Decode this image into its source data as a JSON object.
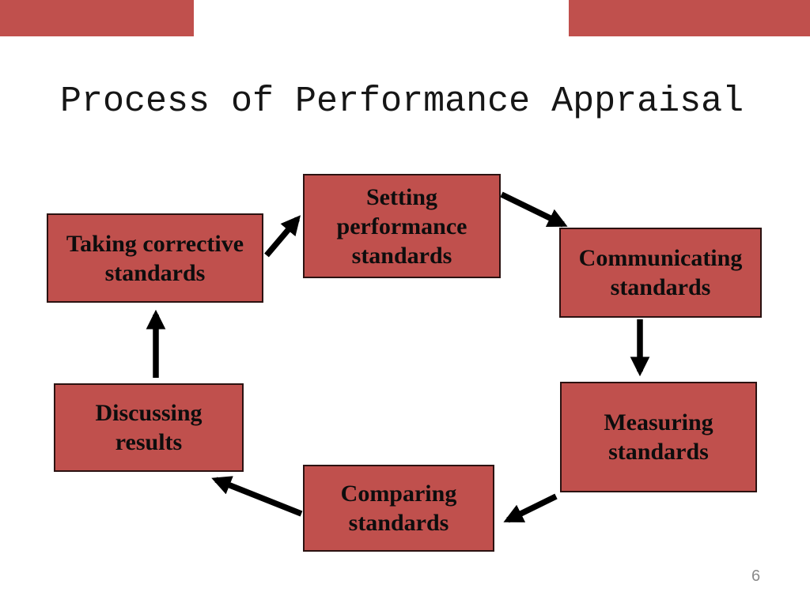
{
  "slide": {
    "title": "Process of Performance Appraisal",
    "page_number": "6",
    "colors": {
      "box_fill": "#c0504d",
      "box_border": "#2b1211",
      "corner_bar_fill": "#c0504d",
      "arrow": "#000000",
      "title": "#161616",
      "page_number": "#8a8a8a"
    },
    "boxes": [
      {
        "id": "setting-performance-standards",
        "text": "Setting\nperformance\nstandards"
      },
      {
        "id": "communicating-standards",
        "text": "Communicating\nstandards"
      },
      {
        "id": "measuring-standards",
        "text": "Measuring\nstandards"
      },
      {
        "id": "comparing-standards",
        "text": "Comparing\nstandards"
      },
      {
        "id": "discussing-results",
        "text": "Discussing\nresults"
      },
      {
        "id": "taking-corrective-standards",
        "text": "Taking corrective\nstandards"
      }
    ],
    "arrows": [
      {
        "from": "taking-corrective-standards",
        "to": "setting-performance-standards"
      },
      {
        "from": "setting-performance-standards",
        "to": "communicating-standards"
      },
      {
        "from": "communicating-standards",
        "to": "measuring-standards"
      },
      {
        "from": "measuring-standards",
        "to": "comparing-standards"
      },
      {
        "from": "comparing-standards",
        "to": "discussing-results"
      },
      {
        "from": "discussing-results",
        "to": "taking-corrective-standards"
      }
    ]
  }
}
